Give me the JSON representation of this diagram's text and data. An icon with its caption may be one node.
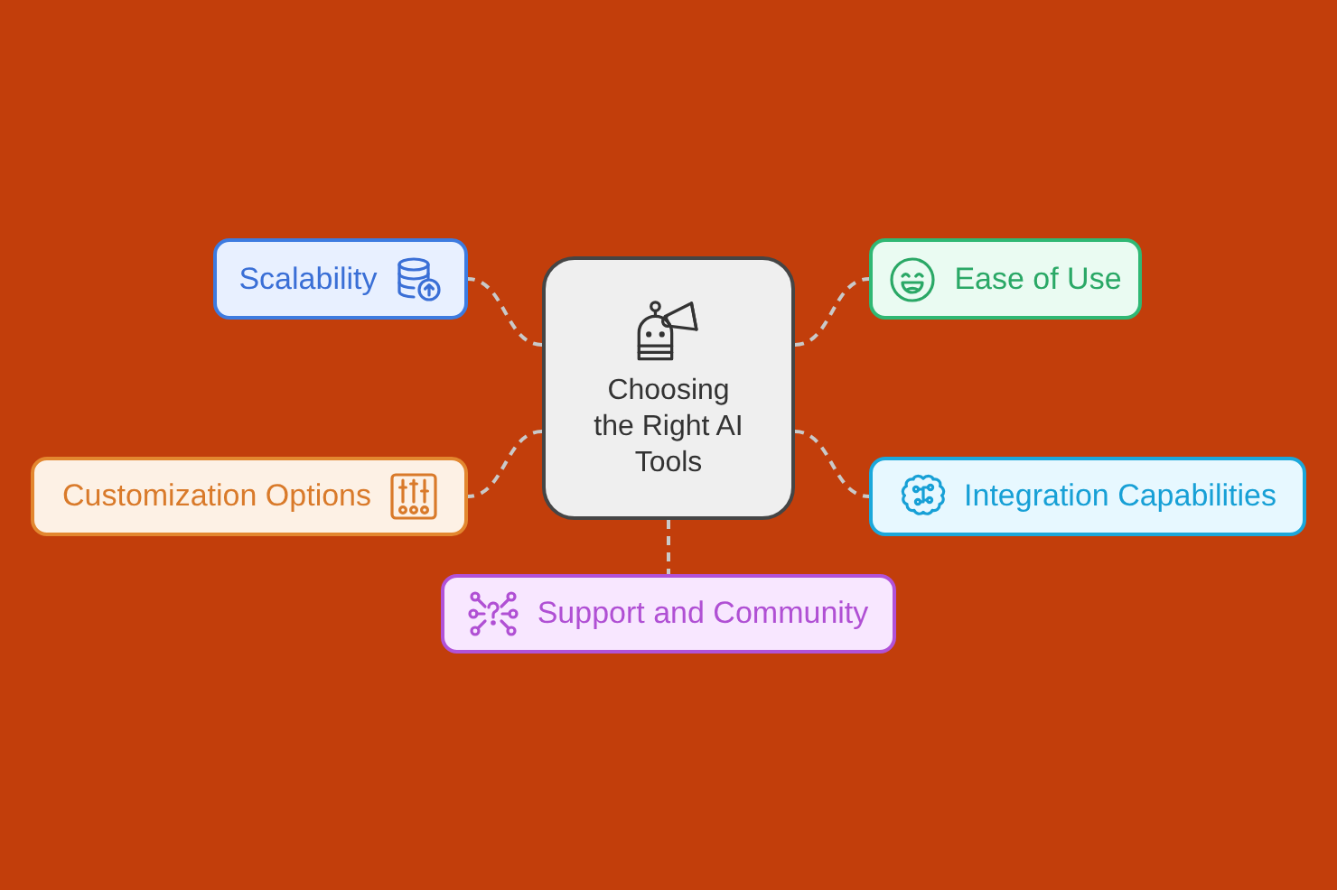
{
  "diagram": {
    "nodes": [
      {
        "text": [
          "Choosing the Right AI Tools"
        ]
      },
      {
        "text": [
          "Scalability"
        ]
      },
      {
        "text": [
          "Ease of Use"
        ]
      },
      {
        "text": [
          "Customization Options"
        ]
      },
      {
        "text": [
          "Integration Capabilities"
        ]
      },
      {
        "text": [
          "Support and Community"
        ]
      }
    ],
    "edges": [
      {
        "from": 0,
        "to": 1,
        "arrow": "none",
        "style": "dashed"
      },
      {
        "from": 0,
        "to": 2,
        "arrow": "none",
        "style": "dashed"
      },
      {
        "from": 0,
        "to": 3,
        "arrow": "none",
        "style": "dashed"
      },
      {
        "from": 0,
        "to": 4,
        "arrow": "none",
        "style": "dashed"
      },
      {
        "from": 0,
        "to": 5,
        "arrow": "none",
        "style": "dashed"
      }
    ]
  }
}
